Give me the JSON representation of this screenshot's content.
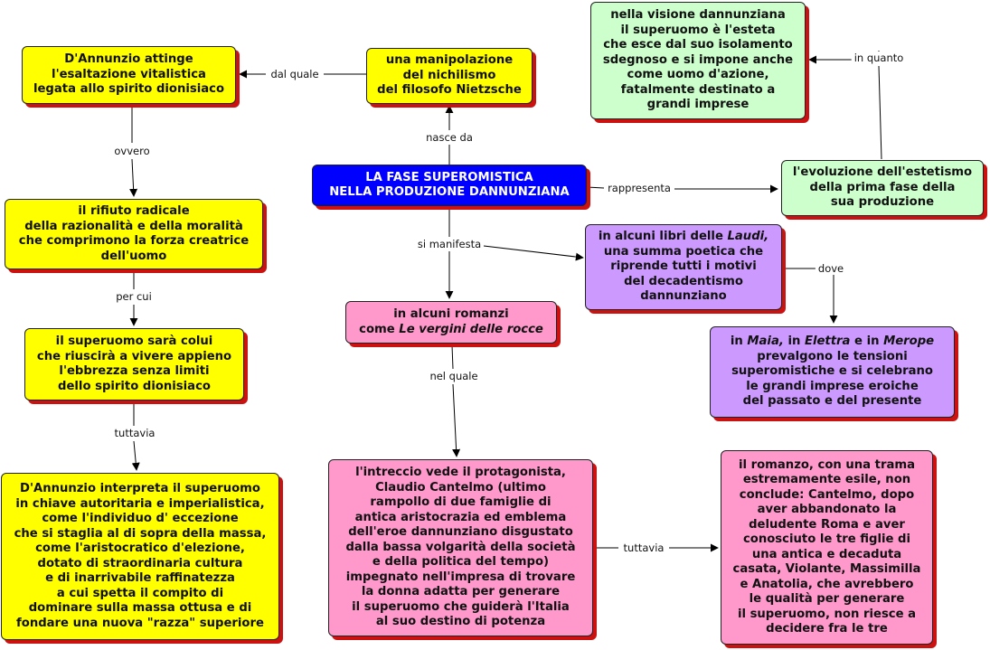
{
  "nodes": {
    "center": "LA FASE SUPEROMISTICA\nNELLA PRODUZIONE DANNUNZIANA",
    "nietzsche": "una manipolazione\ndel nichilismo\ndel filosofo Nietzsche",
    "dannunzio_attinge": "D'Annunzio attinge\nl'esaltazione vitalistica\nlegata allo spirito dionisiaco",
    "rifiuto": "il rifiuto radicale\ndella razionalità e della moralità\nche comprimono la forza creatrice\ndell'uomo",
    "superuomo_colui": "il superuomo sarà colui\nche riuscirà a vivere appieno\nl'ebbrezza senza limiti\ndello spirito dionisiaco",
    "interpreta": "D'Annunzio interpreta il superuomo\nin chiave autoritaria e imperialistica,\ncome l'individuo d' eccezione\nche si staglia al di sopra della massa,\ncome l'aristocratico d'elezione,\ndotato di straordinaria cultura\ne di inarrivabile raffinatezza\na cui spetta il compito di\ndominare sulla massa ottusa  e di\nfondare una nuova \"razza\" superiore",
    "visione": "nella visione dannunziana\nil superuomo è l'esteta\nche esce dal suo isolamento\nsdegnoso e si impone anche\ncome uomo d'azione,\nfatalmente destinato a\ngrandi imprese",
    "evoluzione": "l'evoluzione dell'estetismo\ndella prima fase della\nsua produzione",
    "laudi_pre": "in alcuni libri delle ",
    "laudi_it": "Laudi,",
    "laudi_post": "\nuna summa poetica che\nriprende tutti i motivi\ndel decadentismo\ndannunziano",
    "maia_1": "in ",
    "maia_it1": "Maia,",
    "maia_2": "  in ",
    "maia_it2": "Elettra",
    "maia_3": "  e in ",
    "maia_it3": "Merope",
    "maia_4": "\nprevalgono le tensioni\nsuperomistiche e si celebrano\nle grandi imprese eroiche\ndel passato e del presente",
    "romanzi_pre": "in alcuni romanzi\ncome ",
    "romanzi_it": "Le vergini delle rocce",
    "intreccio": "l'intreccio vede il protagonista,\nClaudio Cantelmo (ultimo\nrampollo di due famiglie di\nantica aristocrazia ed emblema\ndell'eroe dannunziano disgustato\ndalla bassa volgarità della società\ne della politica del tempo)\nimpegnato nell'impresa di trovare\nla donna adatta per generare\nil superuomo che guiderà l'Italia\nal suo destino di potenza",
    "romanzo_esile": "il romanzo, con una trama\nestremamente esile, non\nconclude: Cantelmo, dopo\naver abbandonato la\ndeludente Roma e aver\nconosciuto le tre figlie di\nuna antica e decaduta\ncasata, Violante, Massimilla\ne Anatolia, che avrebbero\nle qualità per generare\nil superuomo, non riesce a\ndecidere fra le tre"
  },
  "links": {
    "dal_quale": "dal quale",
    "nasce_da": "nasce da",
    "ovvero": "ovvero",
    "per_cui": "per cui",
    "tuttavia_1": "tuttavia",
    "rappresenta": "rappresenta",
    "in_quanto": "in quanto",
    "si_manifesta": "si manifesta",
    "dove": "dove",
    "nel_quale": "nel quale",
    "tuttavia_2": "tuttavia"
  },
  "colors": {
    "yellow": "#ffff00",
    "green": "#ccffcc",
    "pink": "#ff99cc",
    "purple": "#cc99ff",
    "blue": "#0000ff",
    "shadow": "#cc1111"
  }
}
